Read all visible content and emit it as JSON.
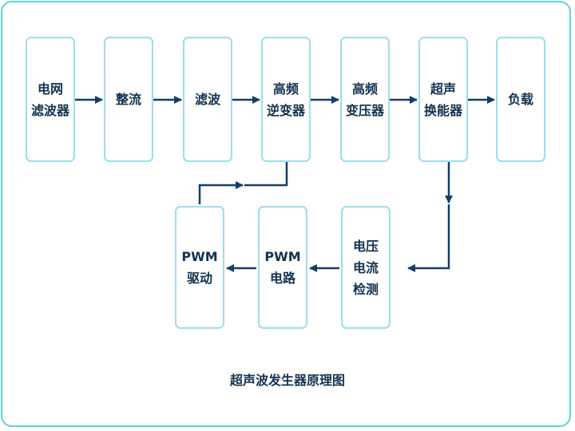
{
  "diagram": {
    "caption": "超声波发生器原理图",
    "colors": {
      "box_border": "#9fdcec",
      "arrow": "#123f6a",
      "frame": "#5fd3d6",
      "text": "#13324f"
    },
    "nodes": {
      "grid_filter": "电网\n滤波器",
      "rectifier": "整流",
      "filter": "滤波",
      "hf_inverter": "高频\n逆变器",
      "hf_transformer": "高频\n变压器",
      "transducer": "超声\n换能器",
      "load": "负载",
      "vi_detect": "电压\n电流\n检测",
      "pwm_circuit": "PWM\n电路",
      "pwm_driver": "PWM\n驱动"
    }
  }
}
